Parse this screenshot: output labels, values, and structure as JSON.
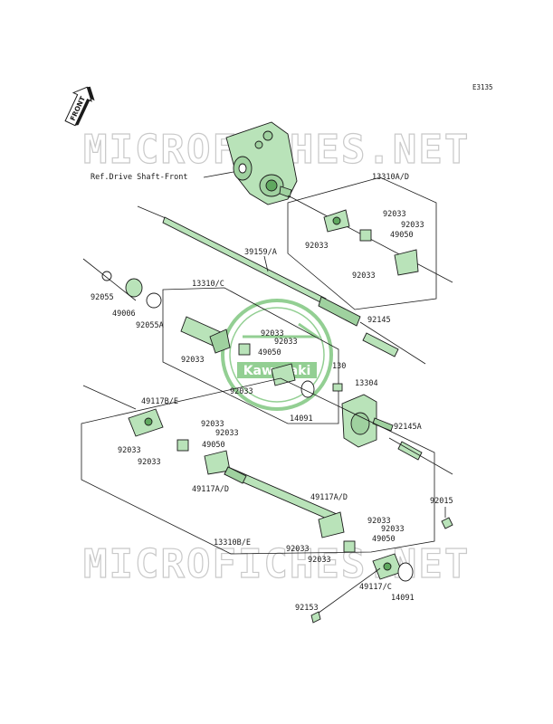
{
  "diagram_code": "E3135",
  "front_label": "FRONT",
  "watermark_text": "MICROFICHES.NET",
  "logo_text": "Kawasaki",
  "colors": {
    "part_fill": "#b9e3b9",
    "part_dark": "#5fa85f",
    "ink": "#1a1a1a",
    "watermark": "#c9c9c9"
  },
  "labels": {
    "ref_drive_shaft_front": "Ref.Drive Shaft-Front",
    "p13310AD": "13310A/D",
    "p39159A": "39159/A",
    "p13310C": "13310/C",
    "p92055": "92055",
    "p49006": "49006",
    "p92055A": "92055A",
    "p92145": "92145",
    "p130": "130",
    "p13304": "13304",
    "p14091_a": "14091",
    "p92145A": "92145A",
    "p49117BE": "49117B/E",
    "p49117AD_a": "49117A/D",
    "p49117AD_b": "49117A/D",
    "p13310BE": "13310B/E",
    "p92015": "92015",
    "p92153": "92153",
    "p49117C": "49117/C",
    "p14091_b": "14091",
    "p49050_a": "49050",
    "p49050_b": "49050",
    "p49050_c": "49050",
    "p49050_d": "49050",
    "p92033_1": "92033",
    "p92033_2": "92033",
    "p92033_3": "92033",
    "p92033_4": "92033",
    "p92033_5": "92033",
    "p92033_6": "92033",
    "p92033_7": "92033",
    "p92033_8": "92033",
    "p92033_9": "92033",
    "p92033_10": "92033",
    "p92033_11": "92033",
    "p92033_12": "92033",
    "p92033_13": "92033",
    "p92033_14": "92033",
    "p92033_15": "92033",
    "p92033_16": "92033"
  }
}
